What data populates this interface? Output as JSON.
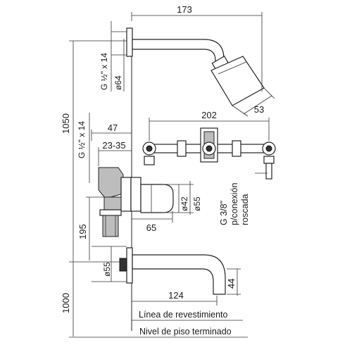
{
  "dimensions": {
    "shower_arm_length": "173",
    "inlet_thread_top": "G ½\" x 14",
    "flange_dia_top": "ø64",
    "total_height": "1050",
    "inlet_thread_mid": "G ½\" x 14",
    "depth_47": "47",
    "depth_range": "23-35",
    "head_size": "53",
    "valve_spacing": "202",
    "knob_dia_42": "ø42",
    "knob_dia_55": "ø55",
    "offset_65": "65",
    "height_195": "195",
    "spout_flange_dia": "ø55",
    "spout_height": "1000",
    "spout_length": "124",
    "spout_drop": "44"
  },
  "notes": {
    "outlet_thread": "G 3/8\"",
    "outlet_type_1": "p/conexión",
    "outlet_type_2": "roscada",
    "wall_finish": "Línea de revestimiento",
    "floor_level": "Nivel de piso terminado"
  }
}
